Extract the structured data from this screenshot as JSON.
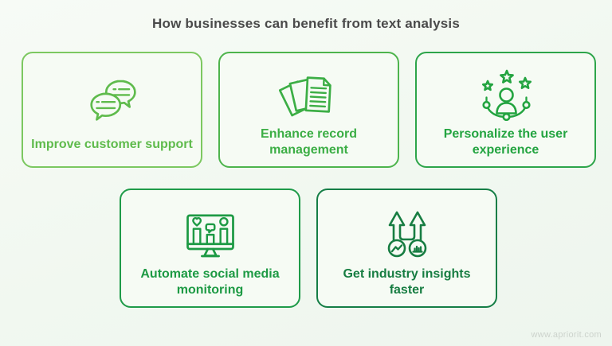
{
  "page": {
    "title": "How businesses can benefit from text analysis",
    "watermark": "www.apriorit.com",
    "background": "#f1f8f0",
    "title_color": "#4a4a4a"
  },
  "cards": [
    {
      "label": "Improve customer support",
      "icon": "chat-bubbles-icon",
      "border_color": "#7cc860",
      "accent_color": "#5fbb4c"
    },
    {
      "label": "Enhance record management",
      "icon": "documents-icon",
      "border_color": "#4db44c",
      "accent_color": "#3cae45"
    },
    {
      "label": "Personalize the user experience",
      "icon": "user-stars-icon",
      "border_color": "#2da54a",
      "accent_color": "#23a440"
    },
    {
      "label": "Automate social media monitoring",
      "icon": "social-monitor-icon",
      "border_color": "#1f9b49",
      "accent_color": "#1d9a44"
    },
    {
      "label": "Get industry insights faster",
      "icon": "insight-arrows-icon",
      "border_color": "#157e46",
      "accent_color": "#177d42"
    }
  ]
}
